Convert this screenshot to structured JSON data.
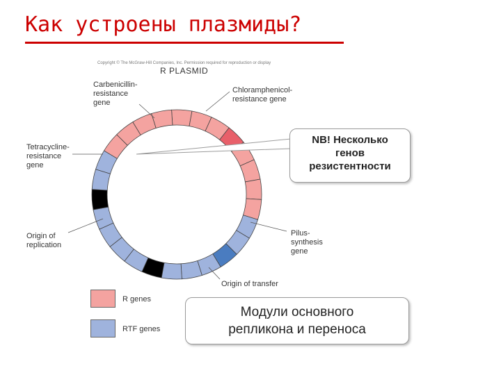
{
  "slide": {
    "title": "Как устроены плазмиды?"
  },
  "figure": {
    "copyright": "Copyright © The McGraw-Hill Companies, Inc. Permission required for reproduction or display",
    "plasmid_title": "R PLASMID",
    "labels": {
      "carbenicillin": "Carbenicillin-\nresistance\ngene",
      "chloramphenicol": "Chloramphenicol-\nresistance gene",
      "tetracycline": "Tetracycline-\nresistance\ngene",
      "origin_replication": "Origin of\nreplication",
      "pilus": "Pilus-\nsynthesis\ngene",
      "origin_transfer": "Origin of transfer"
    },
    "legend": [
      {
        "label": "R genes",
        "color": "#f4a3a0"
      },
      {
        "label": "RTF genes",
        "color": "#9fb3dd"
      }
    ],
    "colors": {
      "r_gene": "#f4a3a0",
      "r_gene_highlight": "#e8606a",
      "rtf_gene": "#9fb3dd",
      "pilus_gene": "#4a7cc0",
      "origin": "#000000"
    }
  },
  "callouts": {
    "nb": "NB! Несколько\nгенов\nрезистентности",
    "modules": "Модули основного\nрепликона и  переноса"
  }
}
